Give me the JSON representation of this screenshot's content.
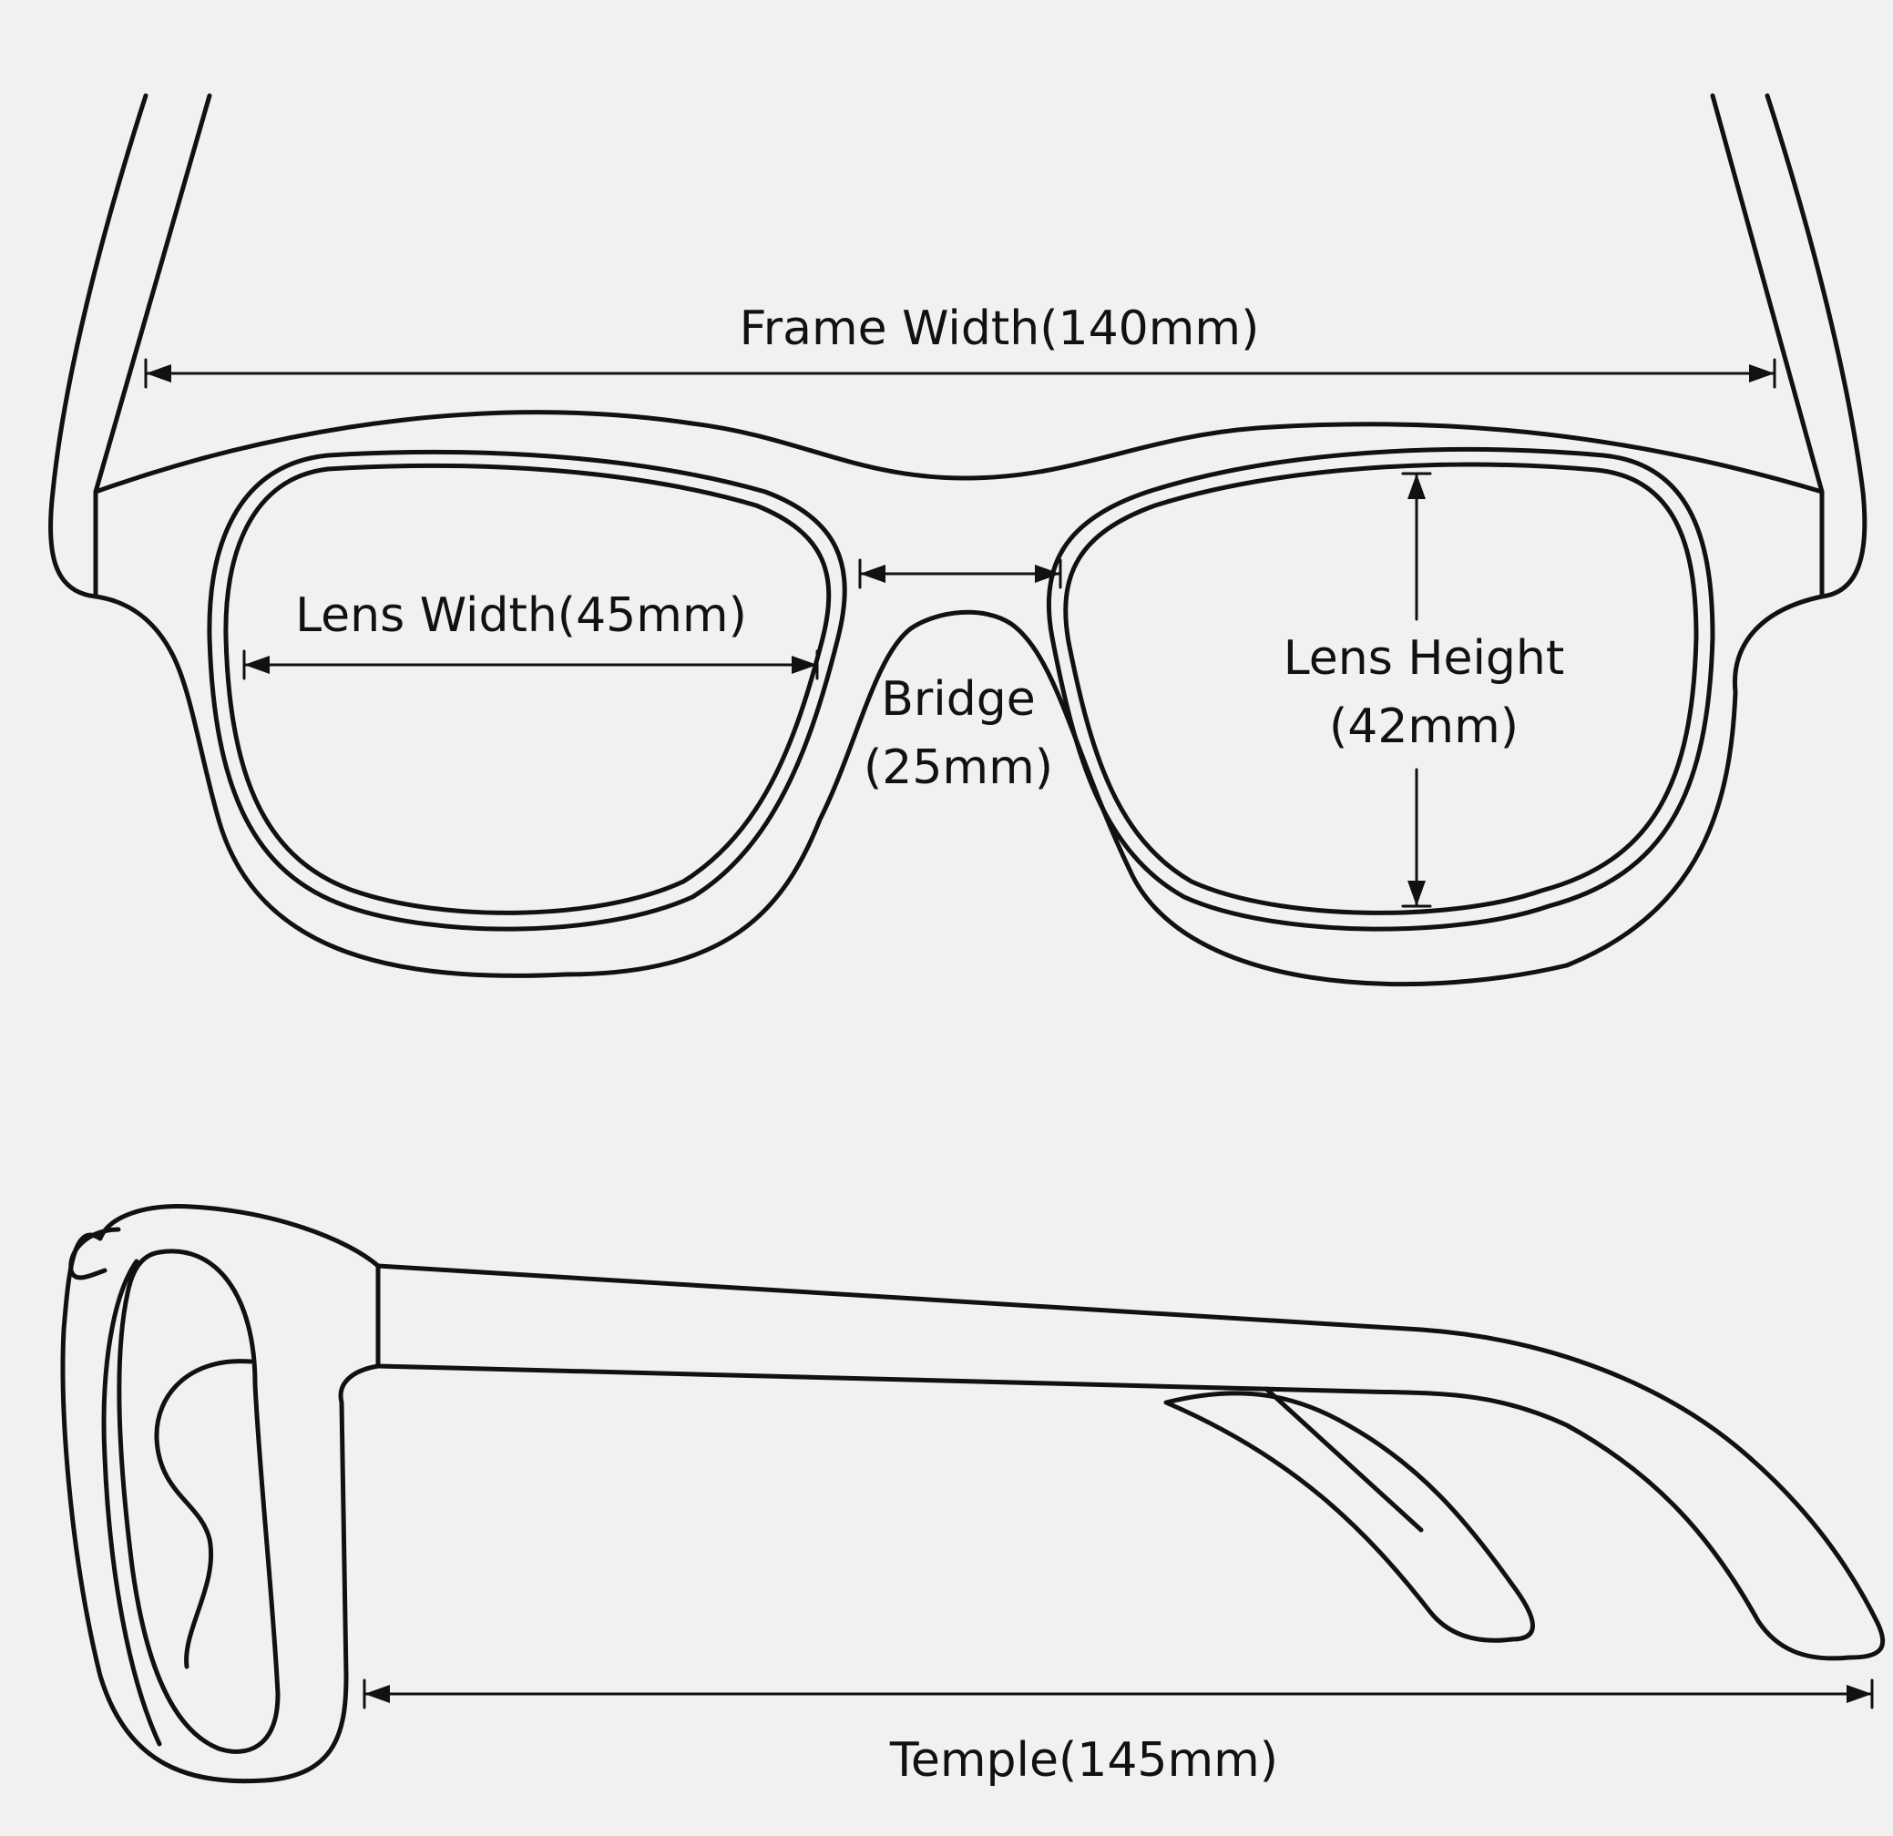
{
  "labels": {
    "frame_width": "Frame Width(140mm)",
    "lens_width": "Lens Width(45mm)",
    "bridge_line1": "Bridge",
    "bridge_line2": "(25mm)",
    "lens_height_line1": "Lens Height",
    "lens_height_line2": "(42mm)",
    "temple": "Temple(145mm)"
  },
  "colors": {
    "background": "#f1f1f1",
    "line": "#111111"
  }
}
